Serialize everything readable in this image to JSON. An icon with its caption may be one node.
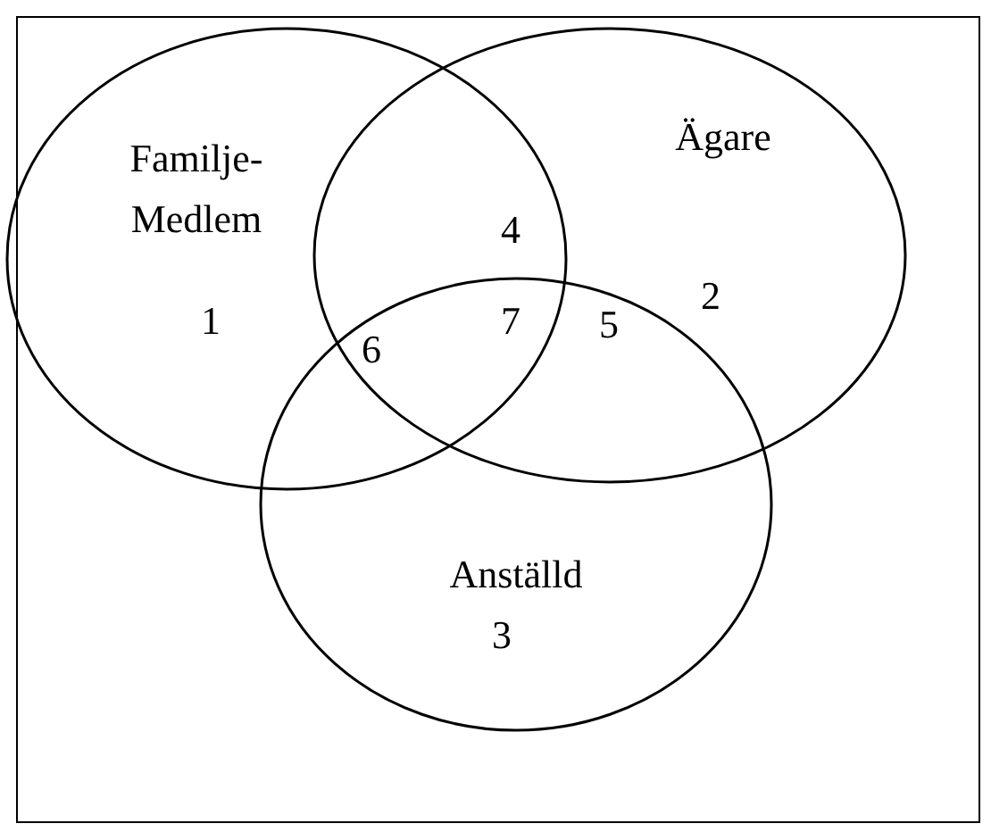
{
  "diagram": {
    "nodes": [
      {
        "text": [
          "Familje- Medlem"
        ]
      },
      {
        "text": [
          "Ägare"
        ]
      },
      {
        "text": [
          "Anställd"
        ]
      }
    ],
    "edges": [],
    "labels": [
      "4",
      "2",
      "1",
      "7",
      "5",
      "6",
      "3"
    ]
  }
}
